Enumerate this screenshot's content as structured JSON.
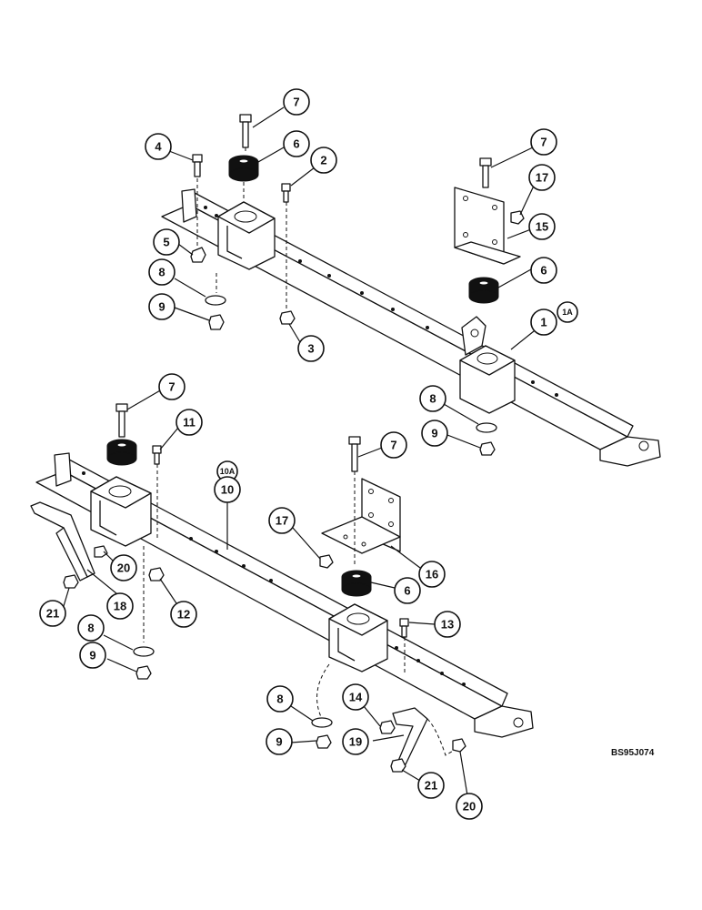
{
  "drawing_code": "BS95J074",
  "callouts": {
    "c7a": "7",
    "c4": "4",
    "c6a": "6",
    "c2": "2",
    "c7b": "7",
    "c17a": "17",
    "c15": "15",
    "c5": "5",
    "c8a": "8",
    "c6b": "6",
    "c9a": "9",
    "c3": "3",
    "c1": "1",
    "c1A": "1A",
    "c8b": "8",
    "c9b": "9",
    "c7c": "7",
    "c11": "11",
    "c10A": "10A",
    "c10": "10",
    "c7d": "7",
    "c17b": "17",
    "c20a": "20",
    "c16": "16",
    "c21a": "21",
    "c18": "18",
    "c12": "12",
    "c6c": "6",
    "c8c": "8",
    "c13": "13",
    "c9c": "9",
    "c8d": "8",
    "c14": "14",
    "c9d": "9",
    "c19": "19",
    "c21b": "21",
    "c20b": "20"
  },
  "colors": {
    "line": "#111111",
    "background": "#ffffff"
  }
}
